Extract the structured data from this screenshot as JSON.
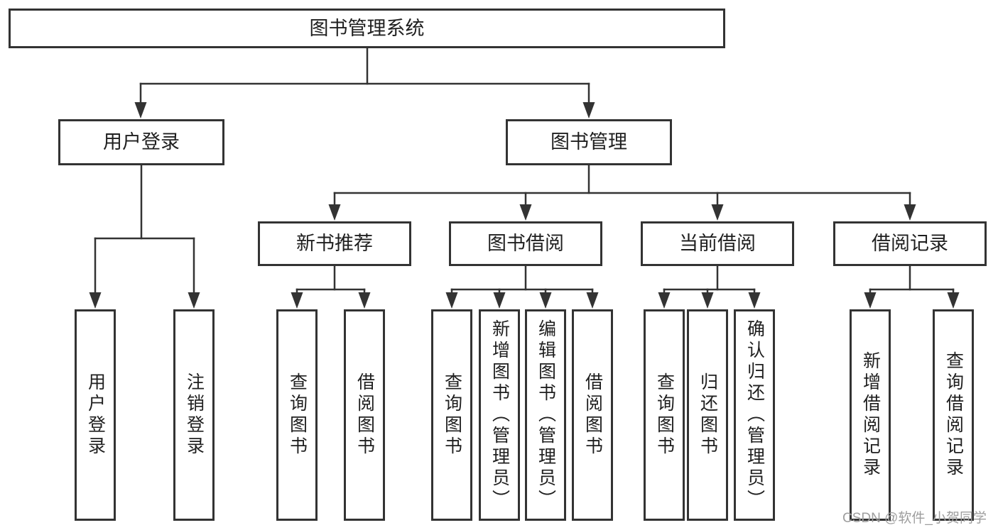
{
  "diagram": {
    "root": {
      "label": "图书管理系统"
    },
    "level2": [
      {
        "label": "用户登录",
        "parent": "图书管理系统"
      },
      {
        "label": "图书管理",
        "parent": "图书管理系统"
      }
    ],
    "level3": [
      {
        "label": "新书推荐",
        "parent": "图书管理"
      },
      {
        "label": "图书借阅",
        "parent": "图书管理"
      },
      {
        "label": "当前借阅",
        "parent": "图书管理"
      },
      {
        "label": "借阅记录",
        "parent": "图书管理"
      }
    ],
    "leaves": [
      {
        "label": "用户登录",
        "parent": "用户登录"
      },
      {
        "label": "注销登录",
        "parent": "用户登录"
      },
      {
        "label": "查询图书",
        "parent": "新书推荐"
      },
      {
        "label": "借阅图书",
        "parent": "新书推荐"
      },
      {
        "label": "查询图书",
        "parent": "图书借阅"
      },
      {
        "label": "新增图书（管理员）",
        "parent": "图书借阅"
      },
      {
        "label": "编辑图书（管理员）",
        "parent": "图书借阅"
      },
      {
        "label": "借阅图书",
        "parent": "图书借阅"
      },
      {
        "label": "查询图书",
        "parent": "当前借阅"
      },
      {
        "label": "归还图书",
        "parent": "当前借阅"
      },
      {
        "label": "确认归还（管理员）",
        "parent": "当前借阅"
      },
      {
        "label": "新增借阅记录",
        "parent": "借阅记录"
      },
      {
        "label": "查询借阅记录",
        "parent": "借阅记录"
      }
    ]
  },
  "watermark": {
    "text": "CSDN @软件_小贺同学"
  },
  "colors": {
    "line": "#333333",
    "border": "#333333",
    "text": "#1f1f1f",
    "watermark": "#9e9e9e",
    "background": "#ffffff"
  }
}
